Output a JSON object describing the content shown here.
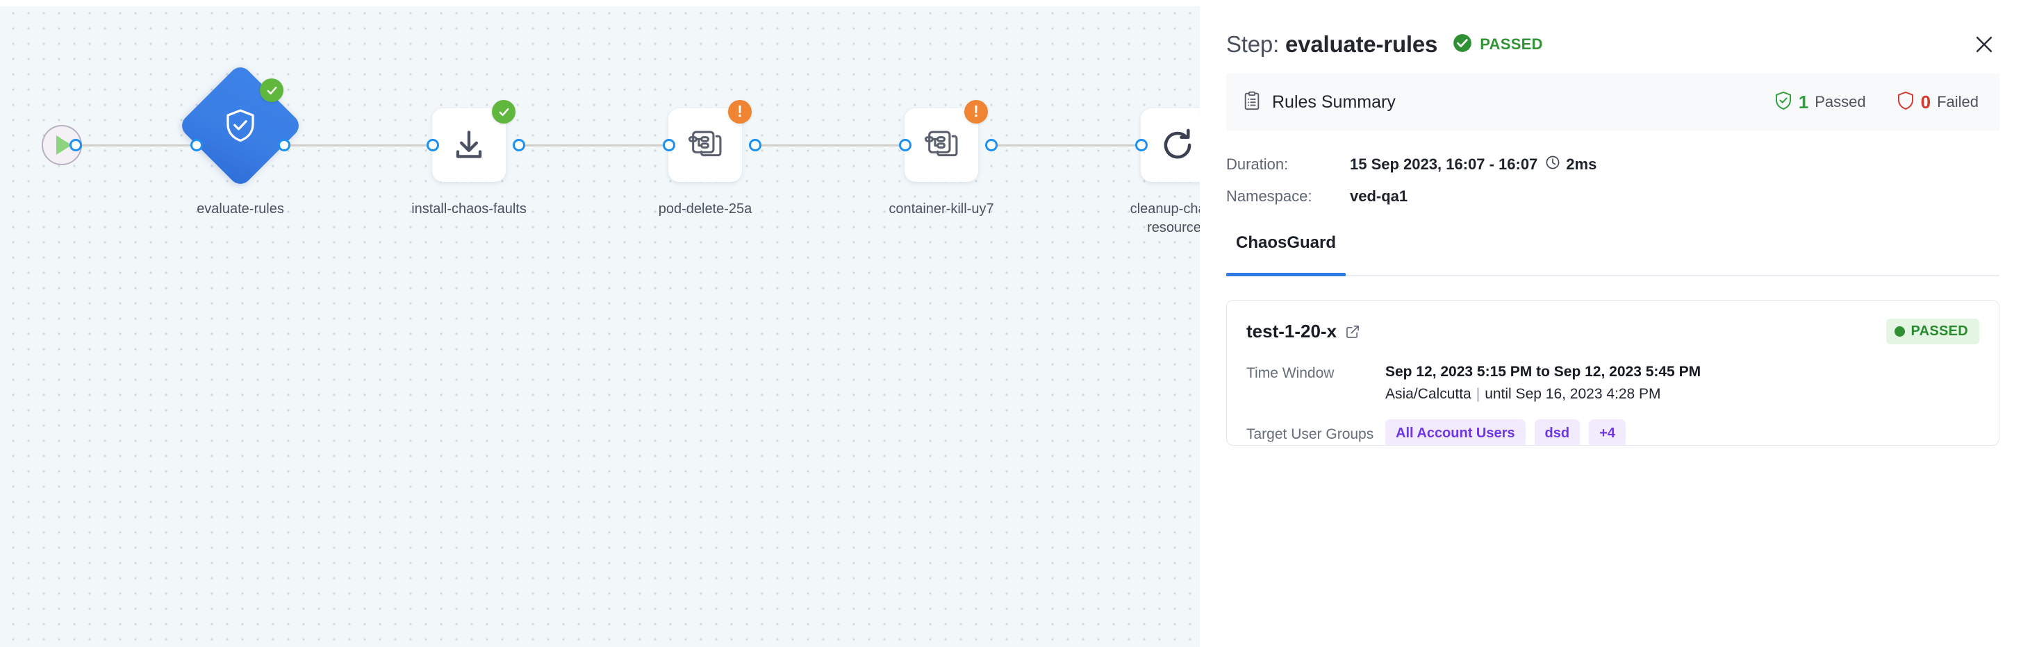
{
  "canvas": {
    "start_node": {
      "icon": "play-icon",
      "name": "pipeline-start"
    },
    "nodes": [
      {
        "id": "evaluate-rules",
        "label": "evaluate-rules",
        "shape": "diamond",
        "icon": "shield-check-icon",
        "status": "success",
        "selected": true
      },
      {
        "id": "install-chaos-faults",
        "label": "install-chaos-faults",
        "shape": "card",
        "icon": "download-icon",
        "status": "success",
        "selected": false
      },
      {
        "id": "pod-delete-25a",
        "label": "pod-delete-25a",
        "shape": "card",
        "icon": "chaos-experiment-icon",
        "status": "warning",
        "selected": false
      },
      {
        "id": "container-kill-uy7",
        "label": "container-kill-uy7",
        "shape": "card",
        "icon": "chaos-experiment-icon",
        "status": "warning",
        "selected": false
      },
      {
        "id": "cleanup-chaos-resources",
        "label": "cleanup-chaos-resources",
        "shape": "card",
        "icon": "refresh-icon",
        "status": "success",
        "selected": false
      }
    ]
  },
  "panel": {
    "header": {
      "step_prefix": "Step:",
      "step_name": "evaluate-rules",
      "status_text": "PASSED",
      "status_icon": "check-circle-icon",
      "close_icon": "close-icon"
    },
    "rules_summary": {
      "icon": "clipboard-icon",
      "title": "Rules Summary",
      "passed_count": "1",
      "passed_label": "Passed",
      "passed_icon": "shield-check-icon",
      "failed_count": "0",
      "failed_label": "Failed",
      "failed_icon": "shield-icon"
    },
    "meta": {
      "duration_label": "Duration:",
      "duration_value": "15 Sep 2023, 16:07 - 16:07",
      "duration_clock_icon": "clock-icon",
      "duration_elapsed": "2ms",
      "namespace_label": "Namespace:",
      "namespace_value": "ved-qa1"
    },
    "tabs": [
      {
        "label": "ChaosGuard",
        "active": true
      }
    ],
    "guard_card": {
      "name": "test-1-20-x",
      "external_link_icon": "external-link-icon",
      "status_badge": "PASSED",
      "rows": [
        {
          "key": "Time Window",
          "value": "Sep 12, 2023 5:15 PM to Sep 12, 2023 5:45 PM",
          "sub_timezone": "Asia/Calcutta",
          "sub_separator": "|",
          "sub_until": "until Sep 16, 2023 4:28 PM"
        },
        {
          "key": "Target User Groups",
          "chips": [
            "All Account Users",
            "dsd",
            "+4"
          ]
        }
      ]
    }
  },
  "colors": {
    "accent_blue": "#2f7ae0",
    "node_blue": "#3b7fe5",
    "success_green": "#5fb83d",
    "status_green_text": "#329437",
    "warning_orange": "#ef8432",
    "fail_red": "#d5392e",
    "chip_purple": "#6f37e3",
    "canvas_bg": "#f2f7fa"
  }
}
